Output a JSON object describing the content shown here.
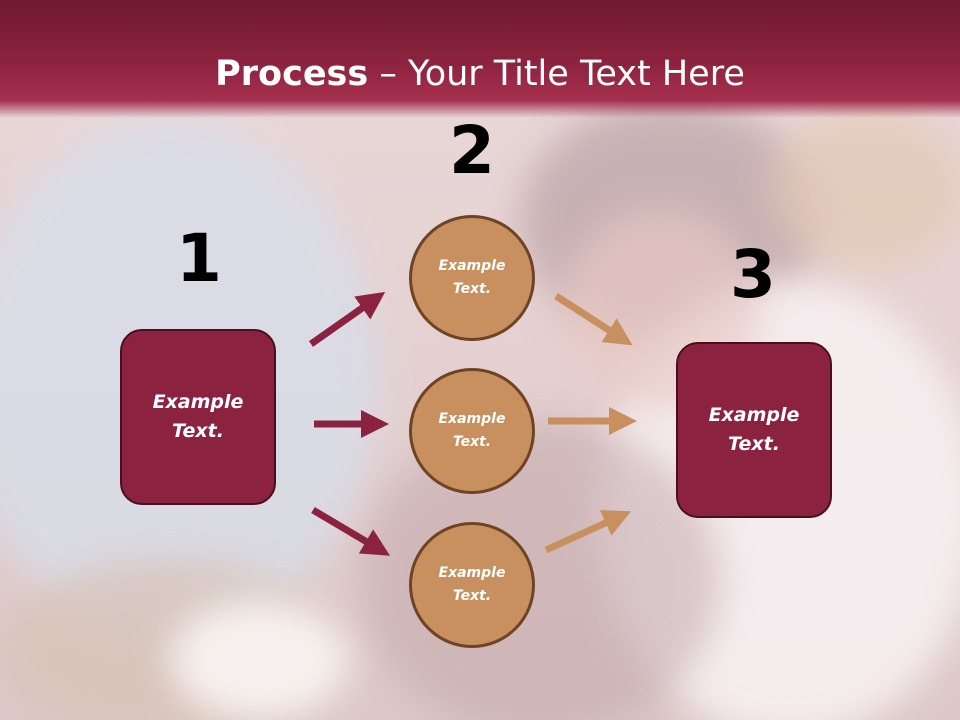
{
  "title": {
    "bold": "Process",
    "rest": " – Your Title Text Here"
  },
  "steps": {
    "one": {
      "number": "1",
      "text": "Example\nText."
    },
    "two": {
      "number": "2"
    },
    "three": {
      "number": "3",
      "text": "Example\nText."
    }
  },
  "circles": [
    {
      "text": "Example\nText."
    },
    {
      "text": "Example\nText."
    },
    {
      "text": "Example\nText."
    }
  ],
  "colors": {
    "header": "#8e2340",
    "box_fill": "#8b2340",
    "circle_fill": "#c88f5f",
    "arrow_left": "#8b2340",
    "arrow_right": "#c88f5f"
  }
}
